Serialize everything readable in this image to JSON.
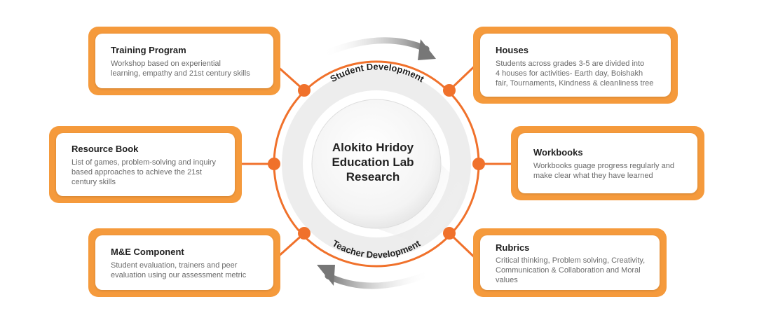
{
  "center": {
    "line1": "Alokito Hridoy",
    "line2": "Education Lab",
    "line3": "Research"
  },
  "ring_labels": {
    "top": "Student Development",
    "bottom": "Teacher Development"
  },
  "cards": {
    "training": {
      "title": "Training Program",
      "desc": [
        "Workshop based on experiential",
        "learning, empathy and 21st century skills"
      ]
    },
    "resource": {
      "title": "Resource Book",
      "desc": [
        "List of games, problem-solving and inquiry",
        "based approaches to achieve the 21st",
        "century skills"
      ]
    },
    "me": {
      "title": "M&E Component",
      "desc": [
        "Student evaluation, trainers and peer",
        "evaluation using our assessment metric"
      ]
    },
    "houses": {
      "title": "Houses",
      "desc": [
        "Students across grades 3-5 are divided into",
        "4 houses for activities- Earth day, Boishakh",
        "fair, Tournaments, Kindness & cleanliness tree"
      ]
    },
    "workbooks": {
      "title": "Workbooks",
      "desc": [
        "Workbooks guage progress regularly and",
        "make clear what they have learned"
      ]
    },
    "rubrics": {
      "title": "Rubrics",
      "desc": [
        "Critical thinking, Problem solving, Creativity,",
        "Communication & Collaboration and Moral",
        "values"
      ]
    }
  },
  "colors": {
    "orange": "#f59a3c",
    "connector": "#f0712b",
    "arrow_gray": "#8a8a8a"
  }
}
